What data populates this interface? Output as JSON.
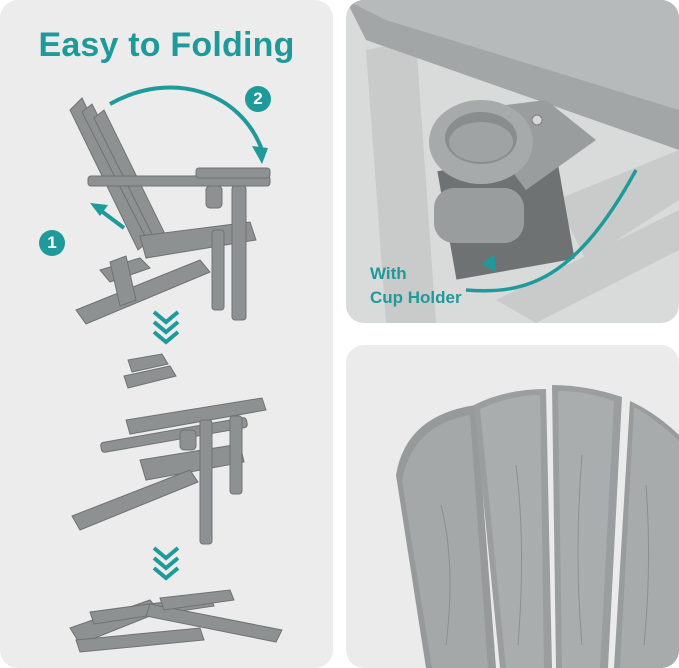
{
  "folding": {
    "title": "Easy to Folding",
    "step_1": "1",
    "step_2": "2"
  },
  "cup_holder": {
    "line_1": "With",
    "line_2": "Cup Holder"
  },
  "colors": {
    "accent": "#1f9a9a",
    "chair_gray": "#8e9192",
    "chair_dark": "#6f7273",
    "chair_light": "#b3b6b6"
  }
}
